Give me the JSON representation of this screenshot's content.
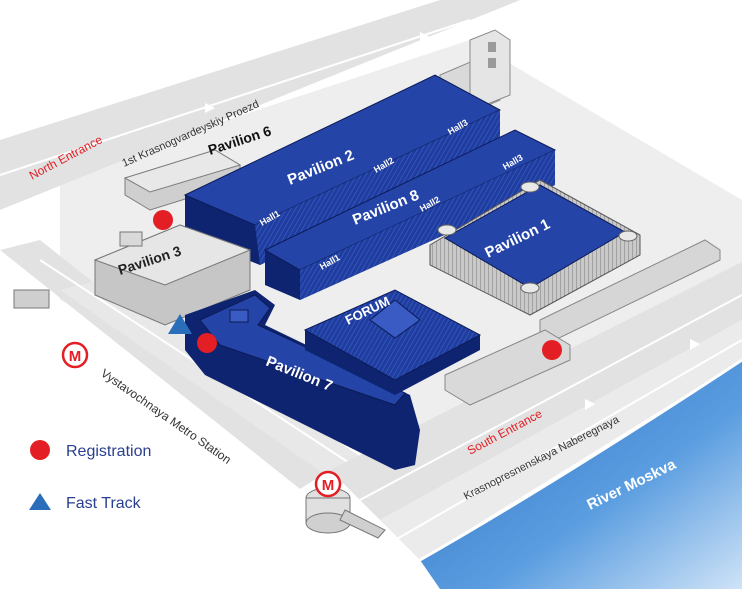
{
  "pavilions": {
    "p1": "Pavilion 1",
    "p2": "Pavilion 2",
    "p3": "Pavilion 3",
    "p6": "Pavilion 6",
    "p7": "Pavilion 7",
    "p8": "Pavilion 8",
    "forum": "FORUM"
  },
  "halls": {
    "p2_hall1": "Hall1",
    "p2_hall2": "Hall2",
    "p2_hall3": "Hall3",
    "p8_hall1": "Hall1",
    "p8_hall2": "Hall2",
    "p8_hall3": "Hall3"
  },
  "streets": {
    "proezd": "1st Krasnogvardeyskiy Proezd",
    "metro_station": "Vystavochnaya Metro Station",
    "naberezhnaya": "Krasnopresnenskaya Naberegnaya",
    "river": "River Moskva"
  },
  "entrances": {
    "north": "North Entrance",
    "south": "South Entrance"
  },
  "metro": {
    "symbol": "M"
  },
  "legend": {
    "registration": "Registration",
    "fast_track": "Fast Track"
  },
  "colors": {
    "building_blue": "#1f3d9e",
    "building_dark": "#0f2470",
    "registration_red": "#e31e24",
    "fast_track_blue": "#2a6ebb",
    "river_blue": "#4a8fd6",
    "road_gray": "#e6e6e6",
    "entrance_red": "#e31e24"
  },
  "icons": {
    "registration": "red-circle",
    "fast_track": "blue-triangle",
    "metro": "metro-m-logo"
  }
}
